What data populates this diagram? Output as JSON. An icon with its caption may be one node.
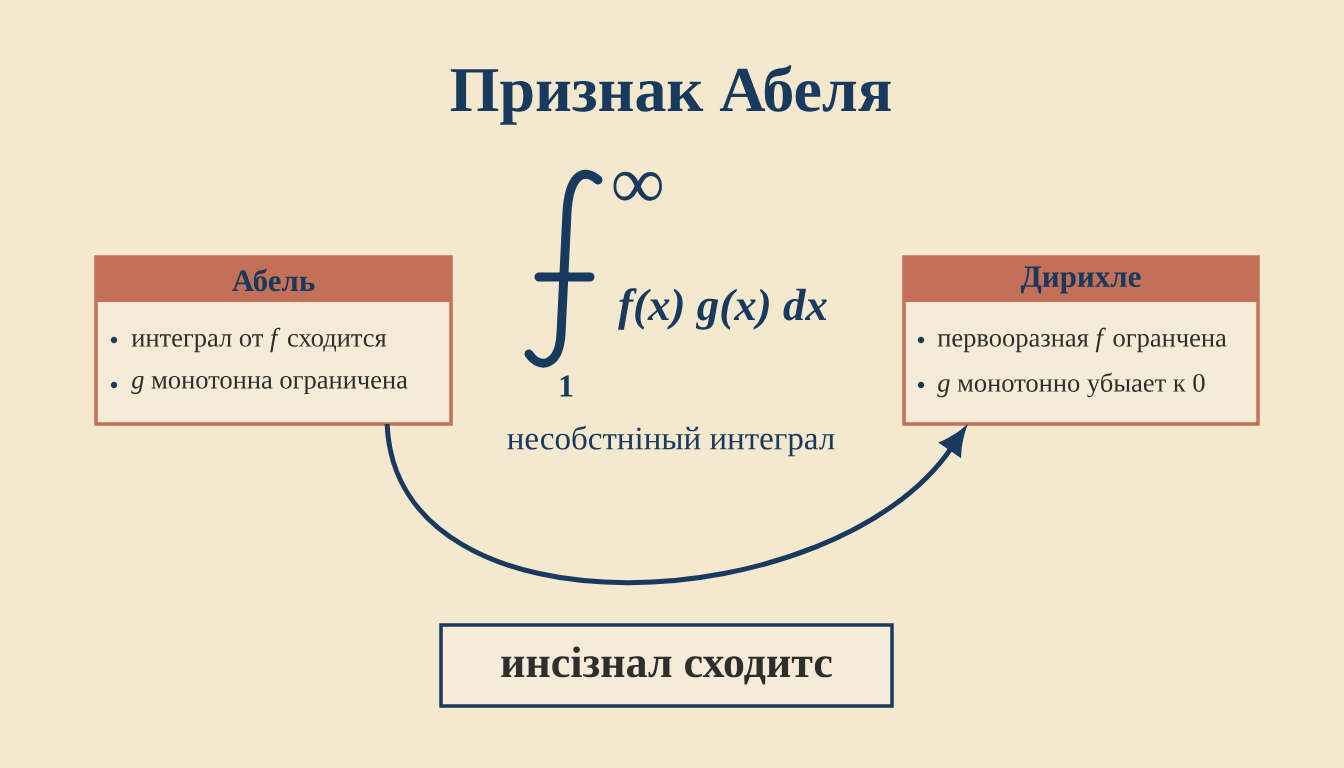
{
  "diagram": {
    "title": "Признак Абеля",
    "nodes": [
      {
        "text": [
          "Абель",
          "интеграл от *f* сходится",
          "*g* монотонна ограничена"
        ]
      },
      {
        "text": [
          "Дирихле",
          "первооразная *f* огранчена",
          "*g* монотонно убыает к 0"
        ]
      },
      {
        "text": [
          "инсізнал сходитс"
        ]
      }
    ],
    "edges": [
      {
        "from": 0,
        "to": 1,
        "arrow": "to"
      }
    ],
    "labels": [
      "∞",
      "f(x) g(x) dx",
      "1",
      "несобстніный интеграл"
    ]
  }
}
